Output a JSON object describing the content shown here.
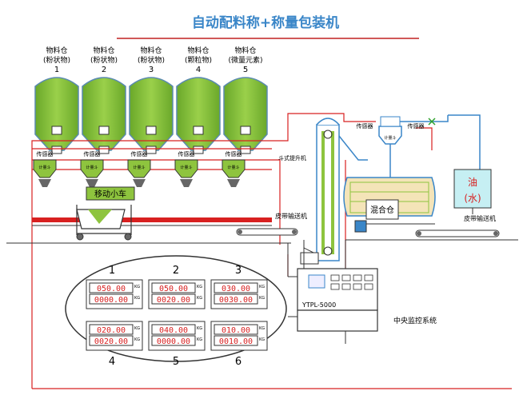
{
  "title": "自动配料称+称量包装机",
  "colors": {
    "title": "#3a86c8",
    "silo_fill": "#8ec43e",
    "silo_outline": "#5a8ab0",
    "pipe_red": "#d82020",
    "pipe_blue": "#3a86c8",
    "oil_tank": "#c6eff3",
    "panel_digit": "#d82020"
  },
  "silos": [
    {
      "label_top": "物料仓",
      "label_type": "(粉状物)",
      "number": "1"
    },
    {
      "label_top": "物料仓",
      "label_type": "(粉状物)",
      "number": "2"
    },
    {
      "label_top": "物料仓",
      "label_type": "(粉状物)",
      "number": "3"
    },
    {
      "label_top": "物料仓",
      "label_type": "(颗粒物)",
      "number": "4"
    },
    {
      "label_top": "物料仓",
      "label_type": "(微量元素)",
      "number": "5"
    }
  ],
  "sensor_label": "传感器",
  "screw_label": "计量斗",
  "car_label": "移动小车",
  "bucket_elevator_label": "斗式提升机",
  "belt_label_left": "皮带输送机",
  "belt_label_right": "皮带输送机",
  "mixer_label": "混合仓",
  "oil_label_1": "油",
  "oil_label_2": "(水)",
  "controller_model": "YTPL-5000",
  "controller_caption": "中央监控系统",
  "displays": [
    {
      "number": "1",
      "line1": "050.00",
      "line2": "0000.00",
      "unit": "KG"
    },
    {
      "number": "2",
      "line1": "050.00",
      "line2": "0020.00",
      "unit": "KG"
    },
    {
      "number": "3",
      "line1": "030.00",
      "line2": "0030.00",
      "unit": "KG"
    },
    {
      "number": "4",
      "line1": "020.00",
      "line2": "0020.00",
      "unit": "KG"
    },
    {
      "number": "5",
      "line1": "040.00",
      "line2": "0000.00",
      "unit": "KG"
    },
    {
      "number": "6",
      "line1": "010.00",
      "line2": "0010.00",
      "unit": "KG"
    }
  ]
}
